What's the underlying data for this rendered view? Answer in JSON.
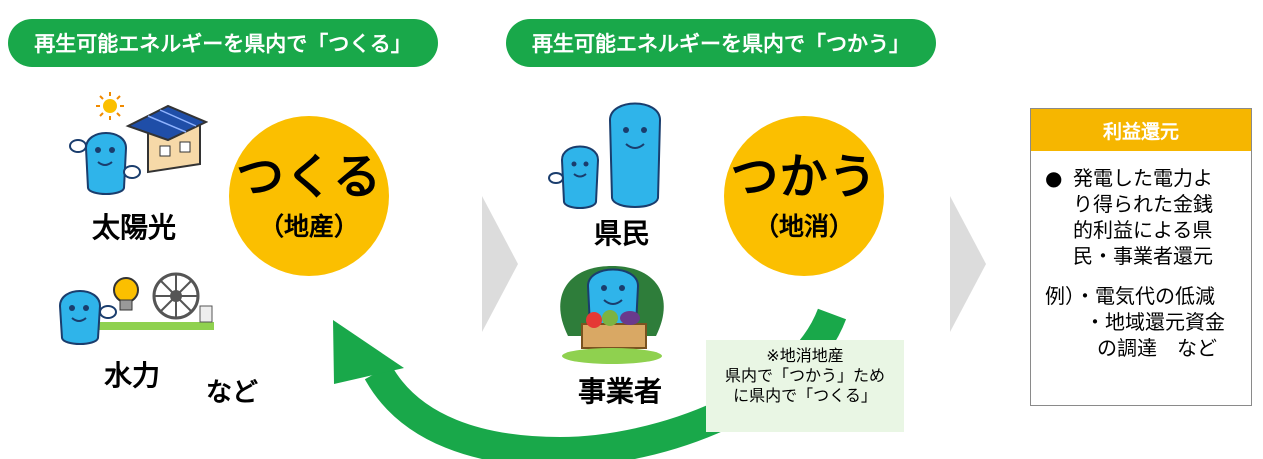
{
  "banners": {
    "left": "再生可能エネルギーを県内で「つくる」",
    "right": "再生可能エネルギーを県内で「つかう」"
  },
  "produce_circle": {
    "main": "つくる",
    "sub": "（地産）"
  },
  "consume_circle": {
    "main": "つかう",
    "sub": "（地消）"
  },
  "sources": {
    "solar": "太陽光",
    "hydro": "水力",
    "etc": "など"
  },
  "users": {
    "residents": "県民",
    "businesses": "事業者"
  },
  "note": {
    "line1": "※地消地産",
    "line2": "県内で「つかう」ため",
    "line3": "に県内で「つくる」"
  },
  "profit_box": {
    "title": "利益還元",
    "bullet": "●",
    "bullet_lines": [
      "発電した電力よ",
      "り得られた金銭",
      "的利益による県",
      "民・事業者還元"
    ],
    "example_lines": [
      "例）・電気代の低減",
      "・地域還元資金",
      "の調達　など"
    ]
  },
  "colors": {
    "green": "#19a84a",
    "yellow": "#fbbf00",
    "box_header": "#f6b600",
    "mascot": "#2fb4ea",
    "arrow_gray": "#dcdcdc"
  },
  "icons": [
    "sun-icon",
    "house-solar-icon",
    "mascot-icon",
    "lightbulb-icon",
    "water-wheel-icon",
    "vegetables-icon"
  ]
}
